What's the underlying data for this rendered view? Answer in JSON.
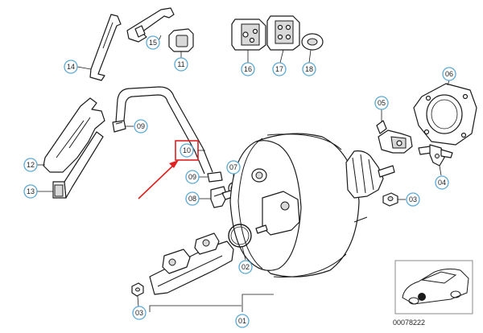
{
  "callouts": {
    "c01": "01",
    "c02": "02",
    "c03a": "03",
    "c03b": "03",
    "c04": "04",
    "c05": "05",
    "c06": "06",
    "c07": "07",
    "c08": "08",
    "c09a": "09",
    "c09b": "09",
    "c10": "10",
    "c11": "11",
    "c12": "12",
    "c13": "13",
    "c14": "14",
    "c15": "15",
    "c16": "16",
    "c17": "17",
    "c18": "18"
  },
  "reference_number": "00078222",
  "colors": {
    "callout_ring": "#5aa9d6",
    "highlight_box": "#e02020",
    "arrow": "#e02020",
    "line": "#1a1a1a"
  }
}
